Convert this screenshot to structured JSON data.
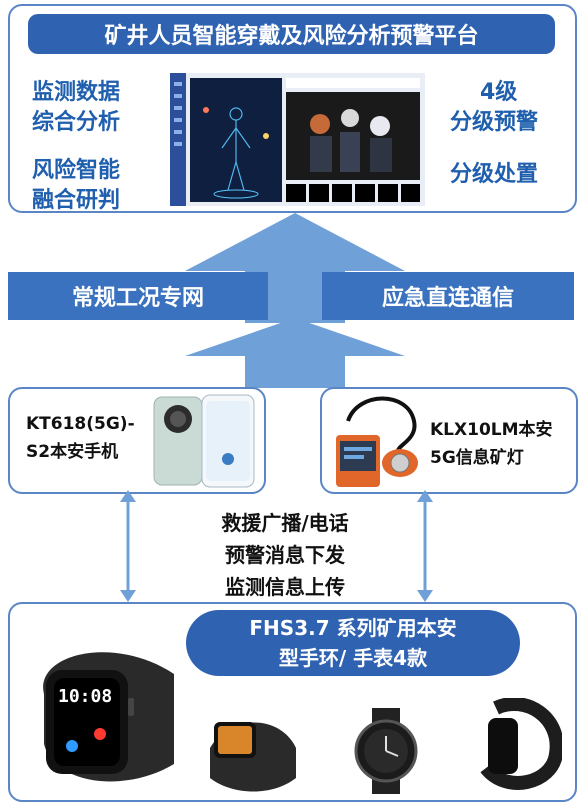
{
  "platform": {
    "title": "矿井人员智能穿戴及风险分析预警平台",
    "left_features": [
      "监测数据",
      "综合分析",
      "风险智能",
      "融合研判"
    ],
    "right_features": [
      "4级",
      "分级预警",
      "分级处置"
    ]
  },
  "networks": {
    "left": "常规工况专网",
    "right": "应急直连通信"
  },
  "devices": {
    "phone": {
      "line1": "KT618(5G)-",
      "line2": "S2本安手机"
    },
    "lamp": {
      "line1": "KLX10LM本安",
      "line2": "5G信息矿灯"
    }
  },
  "messages": [
    "救援广播/电话",
    "预警消息下发",
    "监测信息上传"
  ],
  "wearables": {
    "line1": "FHS3.7 系列矿用本安",
    "line2": "型手环/ 手表4款",
    "watch_screen": {
      "time": "10:08"
    }
  },
  "colors": {
    "primary_blue": "#2f63b1",
    "arrow_blue": "#6fa0d8",
    "border_blue": "#5b86c6",
    "text_blue": "#1f5fae"
  }
}
